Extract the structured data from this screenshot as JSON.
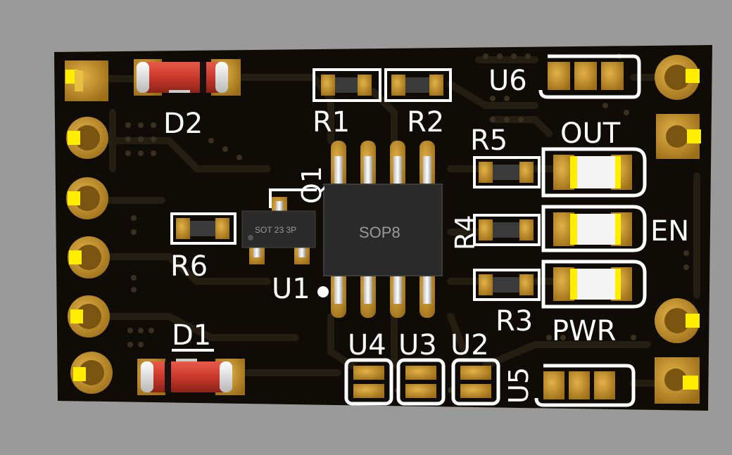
{
  "colors": {
    "background": "#9a9a9a",
    "board": "#0f0c08",
    "trace": "#241d12",
    "gold": "#c9962b",
    "silkscreen": "#ffffff",
    "diode_body": "#c8392c",
    "ic_body": "#2a2a2a",
    "led_yellow": "#ffee00"
  },
  "labels": {
    "d2": "D2",
    "d1": "D1",
    "r1": "R1",
    "r2": "R2",
    "r3": "R3",
    "r4": "R4",
    "r5": "R5",
    "r6": "R6",
    "q1": "Q1",
    "u1": "U1",
    "u2": "U2",
    "u3": "U3",
    "u4": "U4",
    "u5": "U5",
    "u6": "U6",
    "out": "OUT",
    "en": "EN",
    "pwr": "PWR"
  },
  "ic_marks": {
    "sop8": "SOP8",
    "sot23": "SOT 23 3P"
  }
}
